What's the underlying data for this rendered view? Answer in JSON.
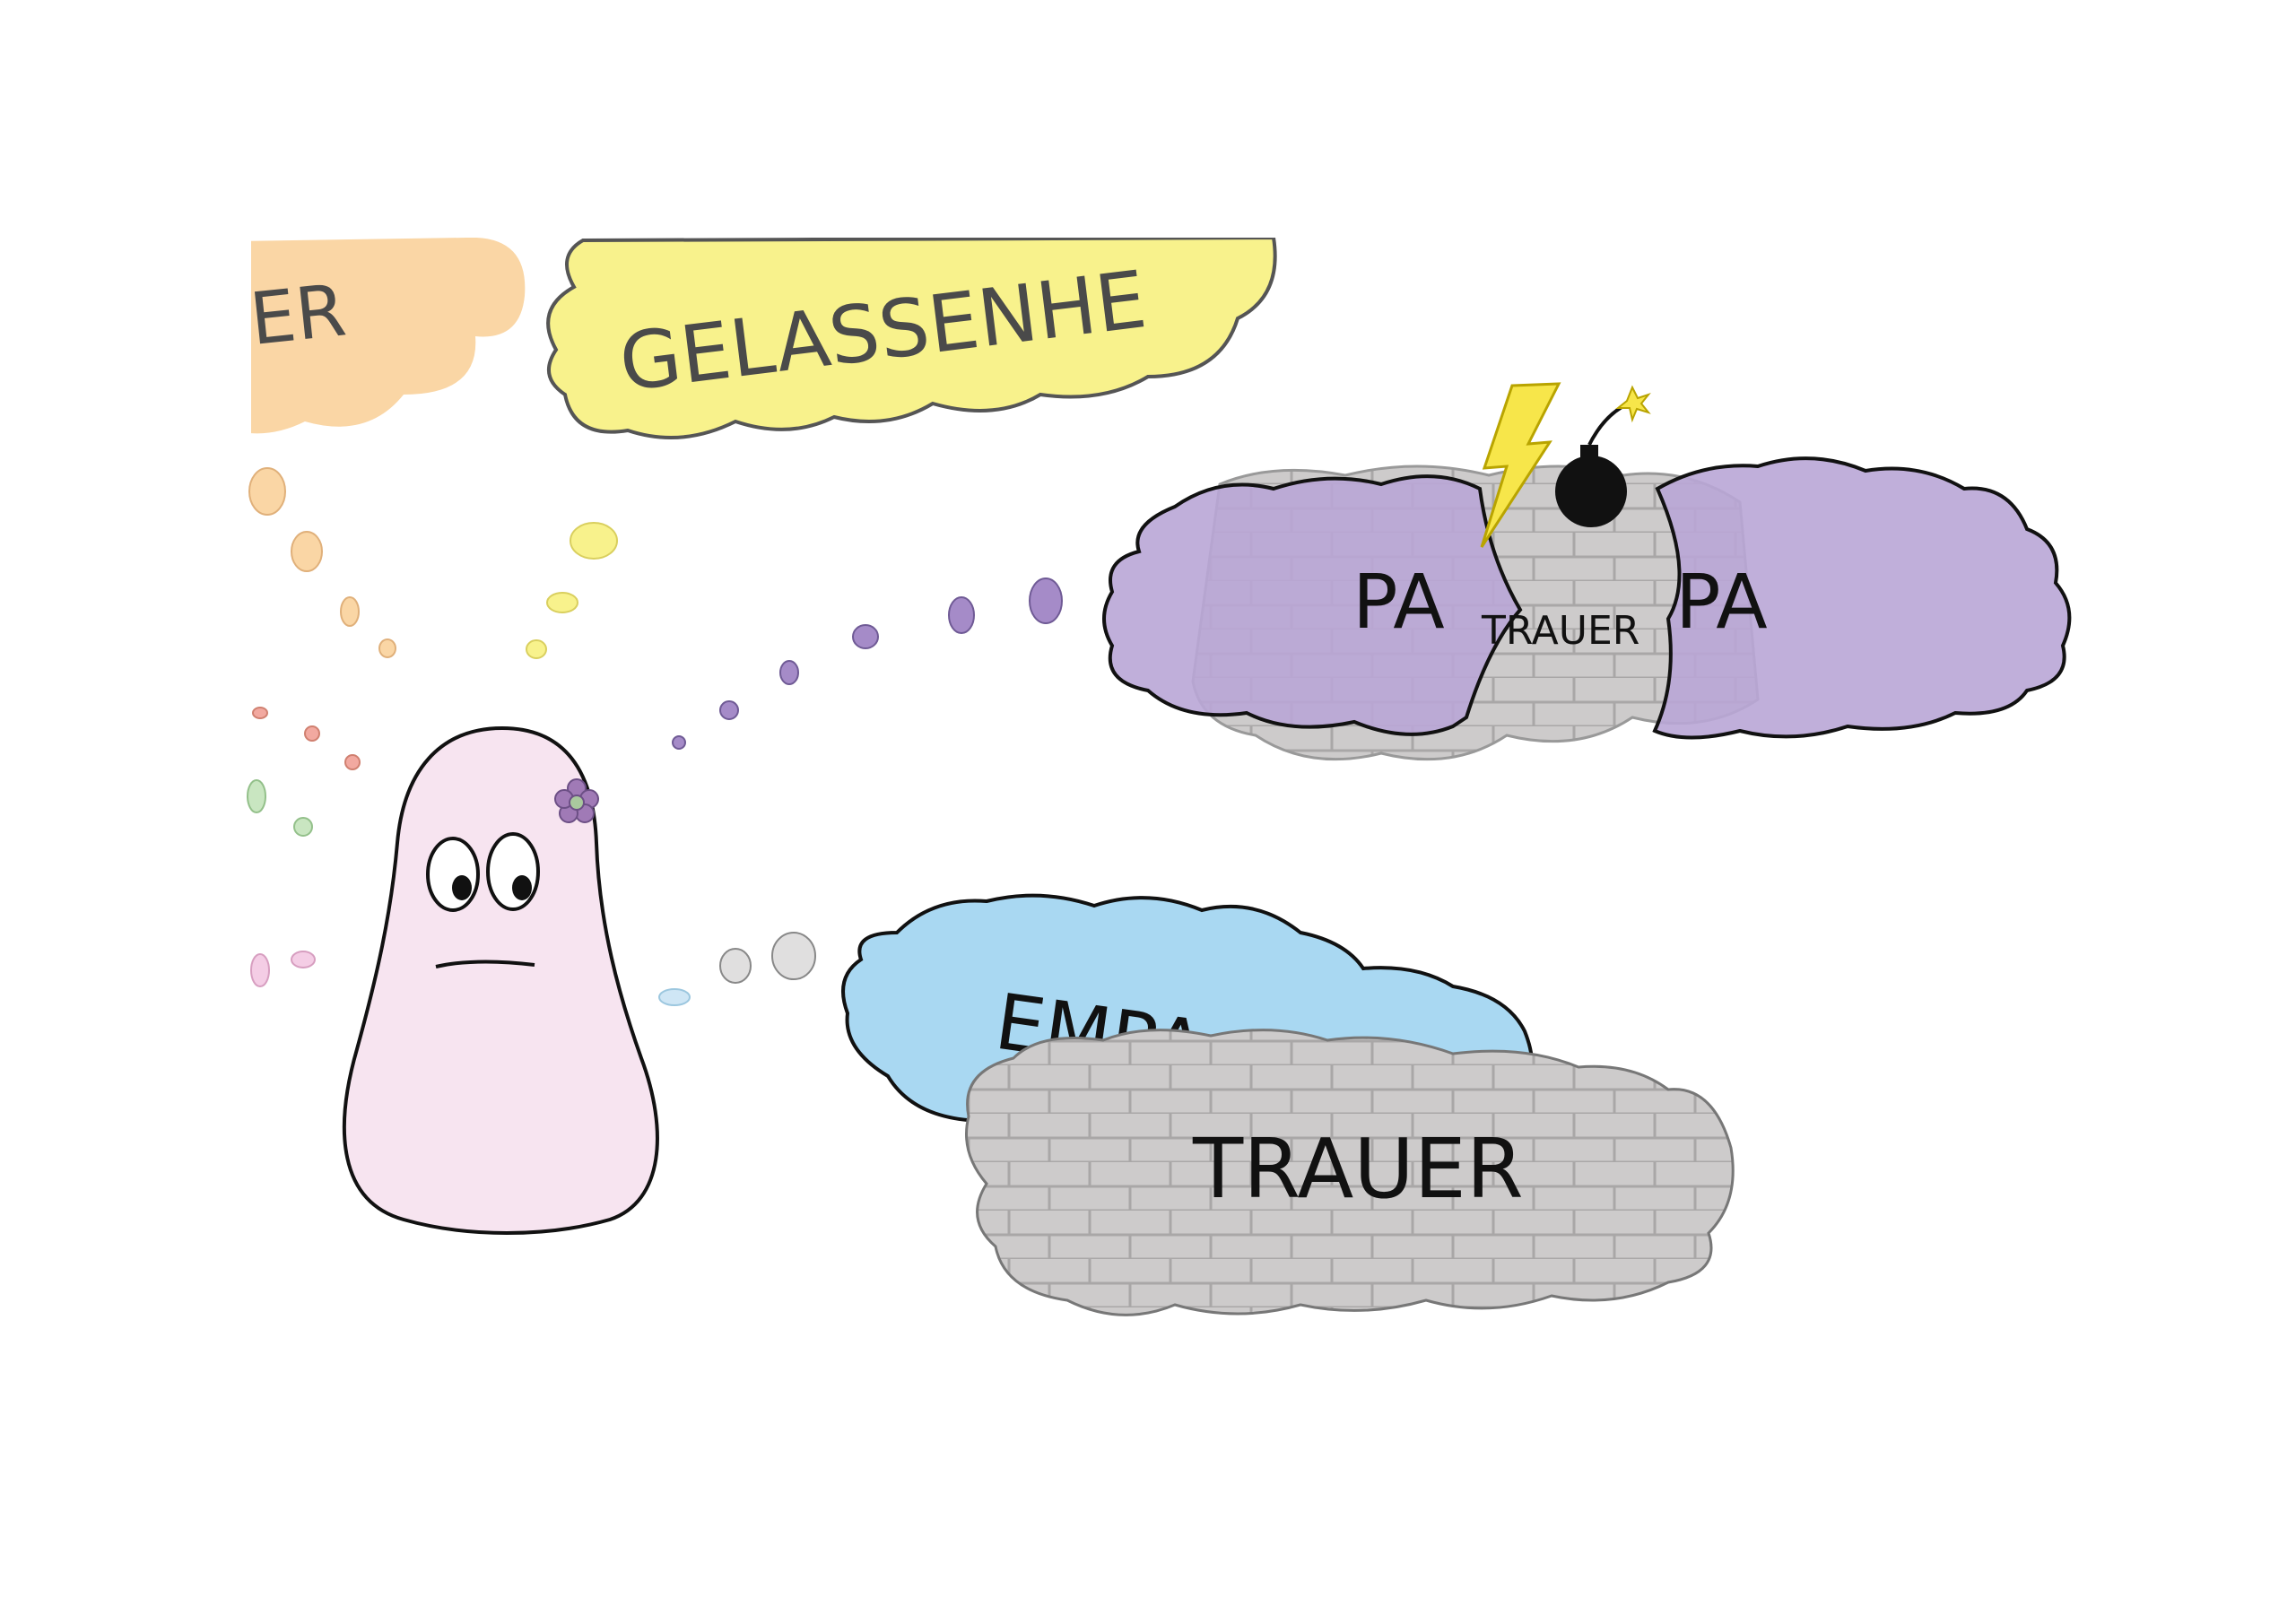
{
  "clouds": {
    "orange": {
      "label": "ER",
      "color": "#fad6a5"
    },
    "yellow": {
      "label": "GELASSENHE",
      "color": "#f8f28c"
    },
    "purple": {
      "label_left": "PA",
      "label_middle": "TRAUER",
      "label_right": "PA",
      "color": "#b9a6d6"
    },
    "blue": {
      "label": "EMPA",
      "color": "#a9d8f2"
    },
    "gray": {
      "label": "TRAUER",
      "color": "#cdcbcb"
    }
  },
  "figure": {
    "body_color": "#f7e4f0",
    "flower_color": "#a07ab6"
  },
  "icons": {
    "lightning": "lightning-icon",
    "bomb": "bomb-icon",
    "flower": "flower-icon"
  }
}
